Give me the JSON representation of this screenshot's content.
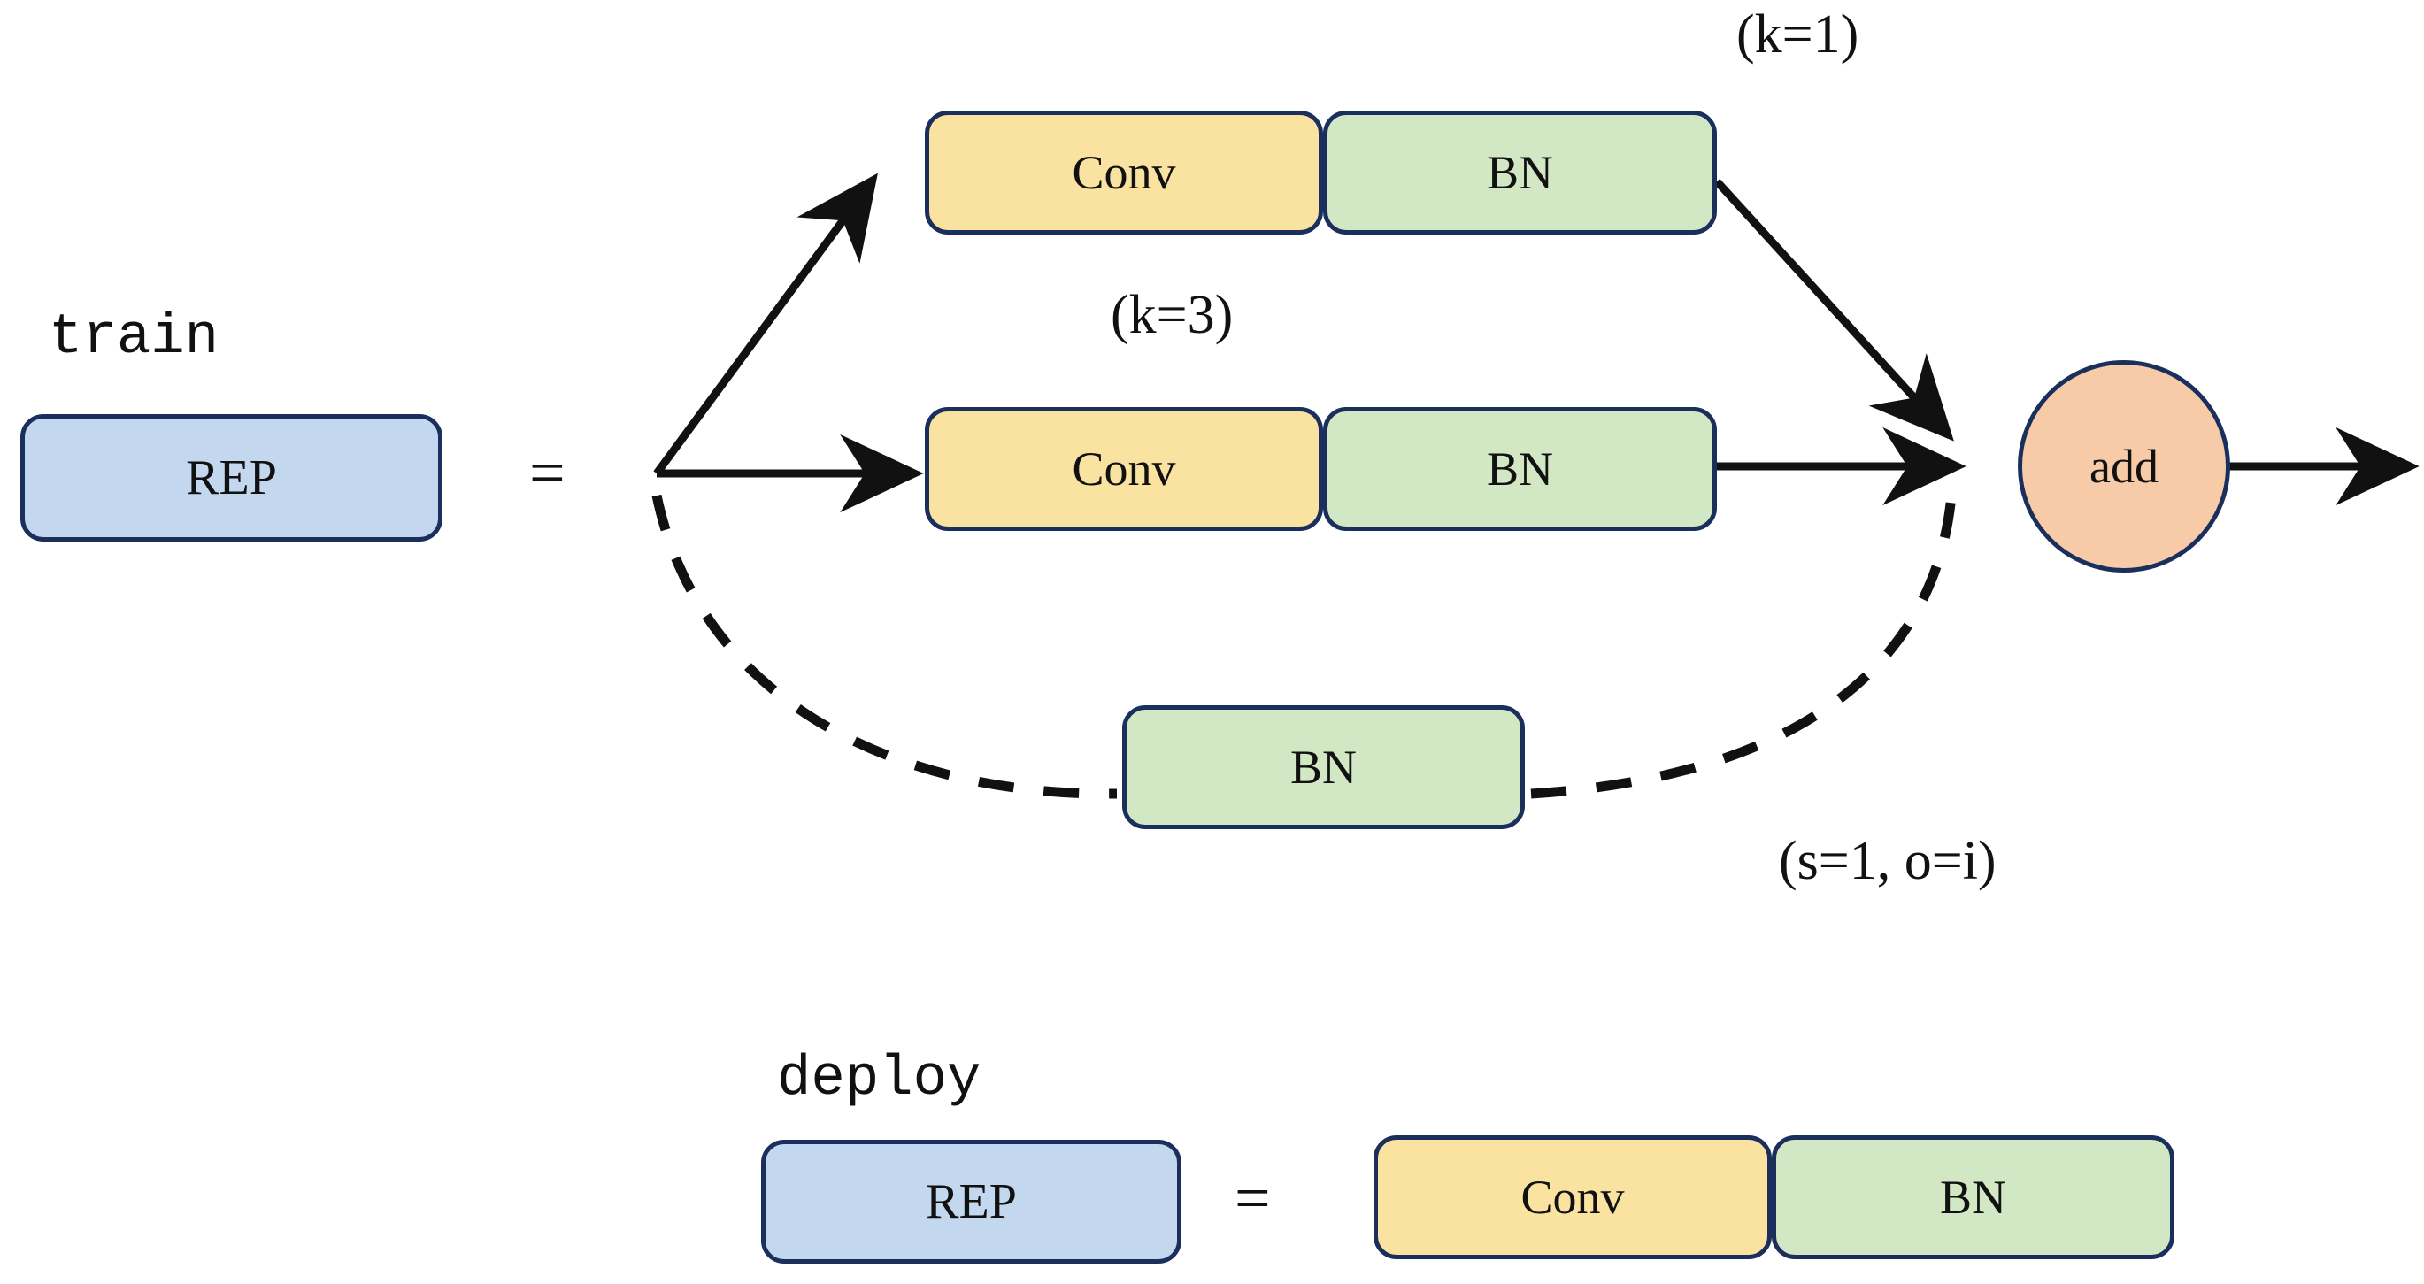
{
  "figure": {
    "title": "RepVGG reparameterization block",
    "background_color": "#ffffff"
  },
  "colors": {
    "border": "#1b2f5c",
    "blue_fill": "#c3d7ef",
    "yellow_fill": "#fae3a0",
    "green_fill": "#d2e7c3",
    "peach_fill": "#f8cba8",
    "stroke": "#111111"
  },
  "train_section": {
    "caption": "train",
    "source_block": {
      "label": "REP",
      "fill": "#c3d7ef"
    },
    "equals": "=",
    "branches": [
      {
        "name": "branch-k1",
        "edge_label": "(k=1)",
        "blocks": [
          {
            "label": "Conv",
            "fill": "#fae3a0"
          },
          {
            "label": "BN",
            "fill": "#d2e7c3"
          }
        ],
        "line_style": "solid"
      },
      {
        "name": "branch-k3",
        "edge_label": "(k=3)",
        "blocks": [
          {
            "label": "Conv",
            "fill": "#fae3a0"
          },
          {
            "label": "BN",
            "fill": "#d2e7c3"
          }
        ],
        "line_style": "solid"
      },
      {
        "name": "branch-identity",
        "edge_label": "(s=1, o=i)",
        "blocks": [
          {
            "label": "BN",
            "fill": "#d2e7c3"
          }
        ],
        "line_style": "dashed"
      }
    ],
    "merge_node": {
      "label": "add",
      "fill": "#f8cba8",
      "shape": "circle"
    }
  },
  "deploy_section": {
    "caption": "deploy",
    "source_block": {
      "label": "REP",
      "fill": "#c3d7ef"
    },
    "equals": "=",
    "blocks": [
      {
        "label": "Conv",
        "fill": "#fae3a0"
      },
      {
        "label": "BN",
        "fill": "#d2e7c3"
      }
    ]
  }
}
